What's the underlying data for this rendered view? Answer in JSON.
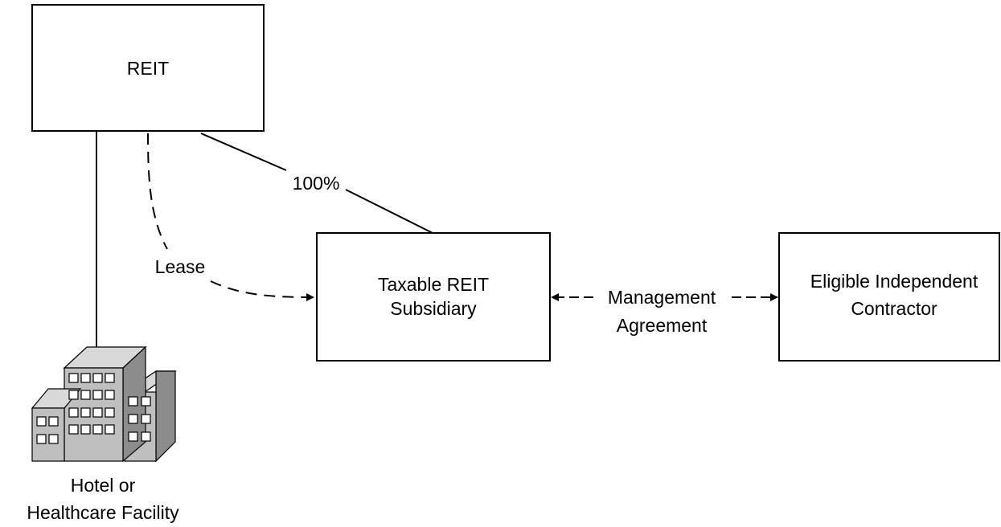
{
  "nodes": {
    "reit": {
      "label": "REIT"
    },
    "trs": {
      "line1": "Taxable REIT",
      "line2": "Subsidiary"
    },
    "eik": {
      "line1": "Eligible Independent",
      "line2": "Contractor"
    },
    "facility": {
      "line1": "Hotel or",
      "line2": "Healthcare Facility"
    }
  },
  "edges": {
    "ownership": {
      "label": "100%"
    },
    "lease": {
      "label": "Lease"
    },
    "management": {
      "line1": "Management",
      "line2": "Agreement"
    }
  },
  "icons": {
    "facility": "building-icon"
  }
}
